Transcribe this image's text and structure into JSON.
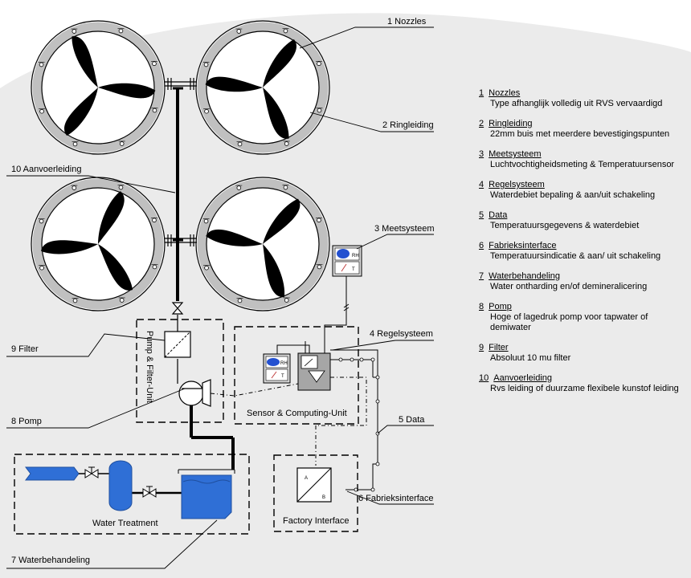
{
  "colors": {
    "background_curve": "#ebebeb",
    "ring": "#c0c0c0",
    "blade": "#000000",
    "tank": "#2f6fd6",
    "tank_dark": "#1f4f9f",
    "inlet": "#2f6fd6",
    "controller": "#a6a6a6",
    "sensor_fill": "#d9d9d9",
    "sensor_blob": "#2350d0"
  },
  "callouts": {
    "nozzles": "1 Nozzles",
    "ringleiding": "2 Ringleiding",
    "meetsysteem": "3 Meetsysteem",
    "regelsysteem": "4 Regelsysteem",
    "data": "5 Data",
    "fabrieksinterface": "6 Fabrieksinterface",
    "waterbehandeling": "7 Waterbehandeling",
    "pomp": "8 Pomp",
    "filter": "9 Filter",
    "aanvoerleiding": "10 Aanvoerleiding"
  },
  "units": {
    "pump_filter": "Pump & Filter-Unit",
    "sensor_computing": "Sensor & Computing-Unit",
    "water_treatment": "Water Treatment",
    "factory_interface": "Factory Interface"
  },
  "sensor": {
    "rh": "RH",
    "t": "T"
  },
  "factory_ports": {
    "a": "A",
    "b": "B"
  },
  "legend": [
    {
      "num": "1",
      "title": "Nozzles",
      "lines": [
        "Type afhanglijk volledig uit RVS vervaardigd"
      ]
    },
    {
      "num": "2",
      "title": "Ringleiding",
      "lines": [
        "22mm buis met meerdere bevestigingspunten"
      ]
    },
    {
      "num": "3",
      "title": "Meetsysteem",
      "lines": [
        "Luchtvochtigheidsmeting & Temperatuursensor"
      ]
    },
    {
      "num": "4",
      "title": "Regelsysteem",
      "lines": [
        "Waterdebiet bepaling & aan/uit schakeling"
      ]
    },
    {
      "num": "5",
      "title": "Data",
      "lines": [
        "Temperatuursgegevens & waterdebiet"
      ]
    },
    {
      "num": "6",
      "title": "Fabrieksinterface",
      "lines": [
        "Temperatuursindicatie & aan/ uit schakeling"
      ]
    },
    {
      "num": "7",
      "title": "Waterbehandeling",
      "lines": [
        "Water ontharding en/of demineralicering"
      ]
    },
    {
      "num": "8",
      "title": "Pomp",
      "lines": [
        "Hoge of lagedruk pomp voor tapwater of",
        "demiwater"
      ]
    },
    {
      "num": "9",
      "title": "Filter",
      "lines": [
        "Absoluut 10 mu filter"
      ]
    },
    {
      "num": "10",
      "title": "Aanvoerleiding",
      "lines": [
        "Rvs leiding of duurzame flexibele kunstof leiding"
      ]
    }
  ]
}
